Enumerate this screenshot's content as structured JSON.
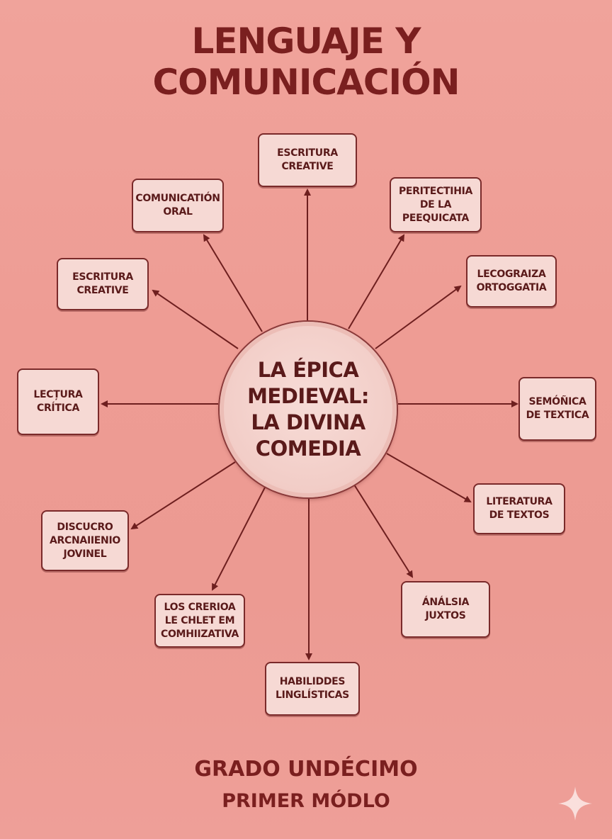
{
  "title": {
    "line1": "LENGUAJE Y",
    "line2": "COMUNICACIÓN"
  },
  "center": {
    "label": "LA ÉPICA\nMEDIEVAL:\nLA DIVINA\nCOMEDIA"
  },
  "nodes": [
    {
      "id": "n1",
      "label": "ESCRITURA\nCREATIVE"
    },
    {
      "id": "n2",
      "label": "PERITECTIHIA\nDE LA\nPEEQUICATA"
    },
    {
      "id": "n3",
      "label": "LECOGRAIZA\nORTOGGATIA"
    },
    {
      "id": "n4",
      "label": "SEMÓÑICA\nDE TEXTICA"
    },
    {
      "id": "n5",
      "label": "LITERATURA\nDE TEXTOS"
    },
    {
      "id": "n6",
      "label": "ÁNÁLSIA\nJUXTOS"
    },
    {
      "id": "n7",
      "label": "HABILIDDES\nLINGLÍSTICAS"
    },
    {
      "id": "n8",
      "label": "LOS CRERIOA\nLE CHLET EM\nCOMHIIZATIVA"
    },
    {
      "id": "n9",
      "label": "DISCUCRO\nARCNAIIENIO\nJOVINEL"
    },
    {
      "id": "n10",
      "label": "LECȚURA\nCRÍTICA"
    },
    {
      "id": "n11",
      "label": "ESCRITURA\nCREATIVE"
    },
    {
      "id": "n12",
      "label": "COMUNICATIÓN\nORAL"
    }
  ],
  "footer": {
    "line1": "GRADO UNDÉCIMO",
    "line2": "PRIMER MÓDLO"
  },
  "icons": {
    "sparkle": "sparkle-icon"
  },
  "colors": {
    "background": "#ee9f98",
    "title": "#7a1f1f",
    "node_fill": "#f6d9d4",
    "node_border": "#7a2a2a",
    "arrow": "#6e1f1f"
  }
}
